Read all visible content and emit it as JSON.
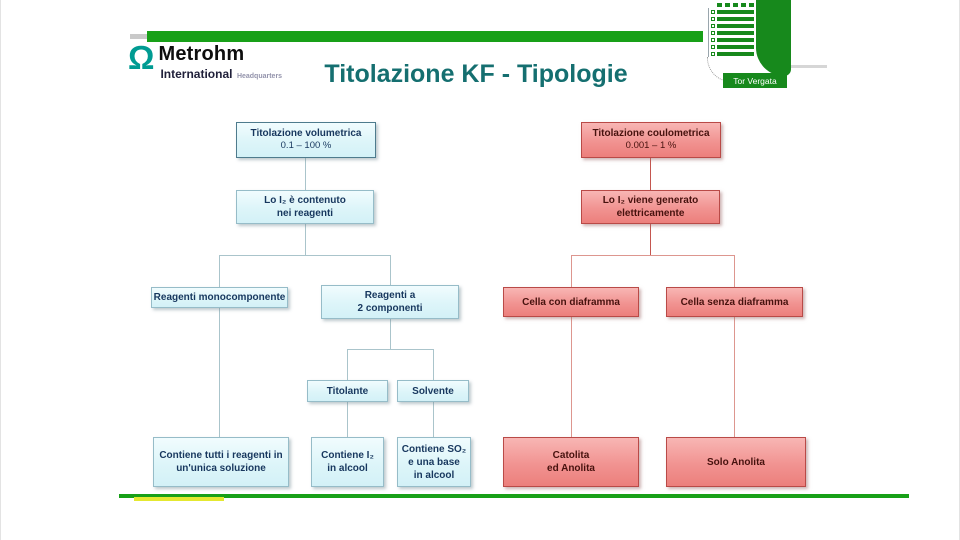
{
  "slide": {
    "title": "Titolazione KF - Tipologie"
  },
  "metrohm_logo": {
    "omega": "Ω",
    "brand": "Metrohm",
    "line2_bold": "International",
    "line2_small": "Headquarters"
  },
  "university_logo": {
    "label": "Tor Vergata"
  },
  "colors": {
    "accent_green": "#18a018",
    "underline_yellow": "#e4e830",
    "title_teal": "#156f70",
    "metrohm_teal": "#009b92",
    "cyan_box_bg": "#ddf5f9",
    "cyan_box_border": "#96bcc8",
    "cyan_text": "#17375e",
    "red_box_bg": "#f19391",
    "red_box_border": "#b94a47",
    "red_text": "#47120e",
    "left_connector": "#aac4cb",
    "right_connector": "#dd968f"
  },
  "flowchart": {
    "volumetric": {
      "root_title": "Titolazione volumetrica",
      "root_range": "0.1 – 100 %",
      "l2_line1": "Lo I₂ è contenuto",
      "l2_line2": "nei reagenti",
      "mono": "Reagenti monocomponente",
      "two_line1": "Reagenti a",
      "two_line2": "2 componenti",
      "titolante": "Titolante",
      "solvente": "Solvente",
      "mono_detail_line1": "Contiene tutti i reagenti in",
      "mono_detail_line2": "un'unica soluzione",
      "titolante_detail_line1": "Contiene I₂",
      "titolante_detail_line2": "in alcool",
      "solvente_detail_line1": "Contiene SO₂",
      "solvente_detail_line2": "e una base",
      "solvente_detail_line3": "in alcool"
    },
    "coulometric": {
      "root_title": "Titolazione coulometrica",
      "root_range": "0.001 – 1 %",
      "l2_line1": "Lo I₂ viene generato",
      "l2_line2": "elettricamente",
      "with_diaphragm": "Cella con diaframma",
      "without_diaphragm": "Cella senza diaframma",
      "catolita_line1": "Catolita",
      "catolita_line2": "ed Anolita",
      "solo_anolita": "Solo Anolita"
    }
  }
}
